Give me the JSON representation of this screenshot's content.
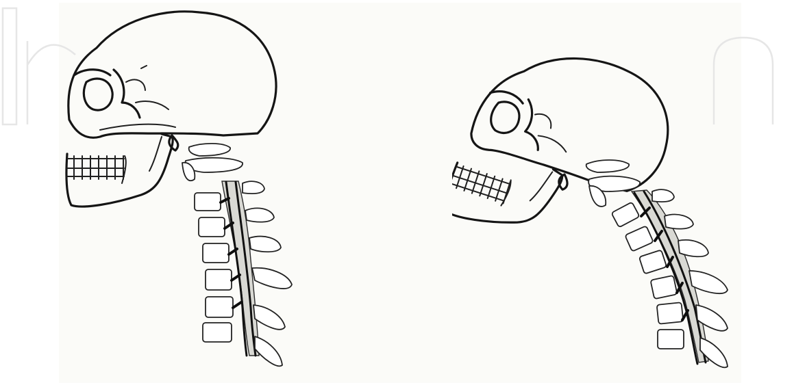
{
  "figures": [
    {
      "id": "neutral-posture",
      "subject": "skull-and-cervical-spine"
    },
    {
      "id": "flexed-posture",
      "subject": "skull-and-cervical-spine"
    }
  ],
  "colors": {
    "background": "#ffffff",
    "paper": "#fbfbf8",
    "ink": "#151515",
    "watermark": "#e6e6e6"
  },
  "watermark": {
    "visible": true,
    "color": "#e6e6e6"
  }
}
